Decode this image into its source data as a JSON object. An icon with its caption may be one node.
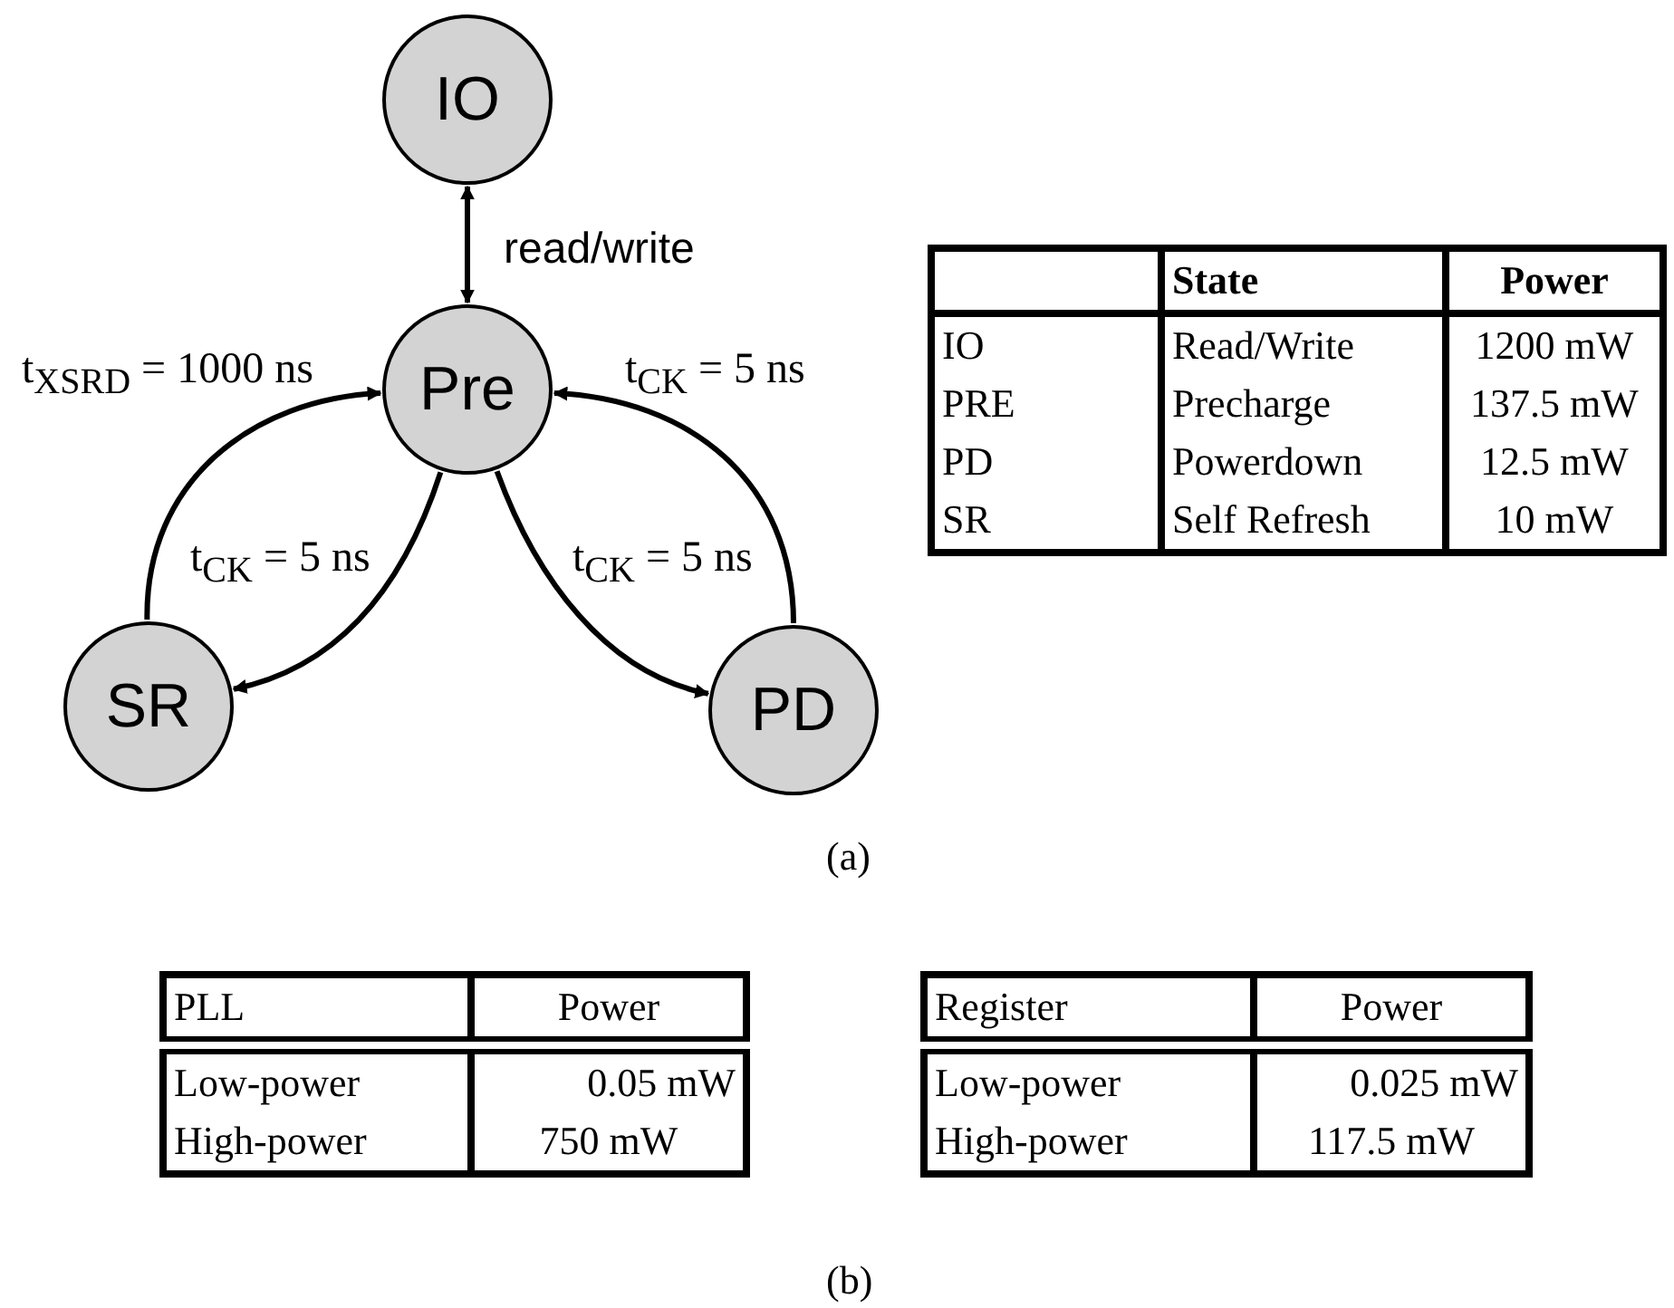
{
  "diagram": {
    "nodes": [
      {
        "text": [
          "IO"
        ]
      },
      {
        "text": [
          "Pre"
        ]
      },
      {
        "text": [
          "SR"
        ]
      },
      {
        "text": [
          "PD"
        ]
      }
    ],
    "edges": [
      {
        "from": 0,
        "to": 1,
        "arrow": "both",
        "label": "read/write"
      },
      {
        "from": 2,
        "to": 1,
        "arrow": "to",
        "label": "t$_{XSRD}$ = 1000 ns"
      },
      {
        "from": 3,
        "to": 1,
        "arrow": "to",
        "label": "t$_{CK}$ = 5 ns"
      },
      {
        "from": 1,
        "to": 2,
        "arrow": "to",
        "label": "t$_{CK}$ = 5 ns"
      },
      {
        "from": 1,
        "to": 3,
        "arrow": "to",
        "label": "t$_{CK}$ = 5 ns"
      }
    ],
    "labels": [
      "State",
      "Power",
      "IO",
      "Read/Write",
      "1200 mW",
      "PRE",
      "Precharge",
      "137.5 mW",
      "PD",
      "Powerdown",
      "12.5 mW",
      "SR",
      "Self Refresh",
      "10 mW",
      "(a)",
      "PLL",
      "Power",
      "Low-power",
      "0.05 mW",
      "High-power",
      "750 mW",
      "Register",
      "Power",
      "Low-power",
      "0.025 mW",
      "High-power",
      "117.5 mW",
      "(b)"
    ]
  }
}
